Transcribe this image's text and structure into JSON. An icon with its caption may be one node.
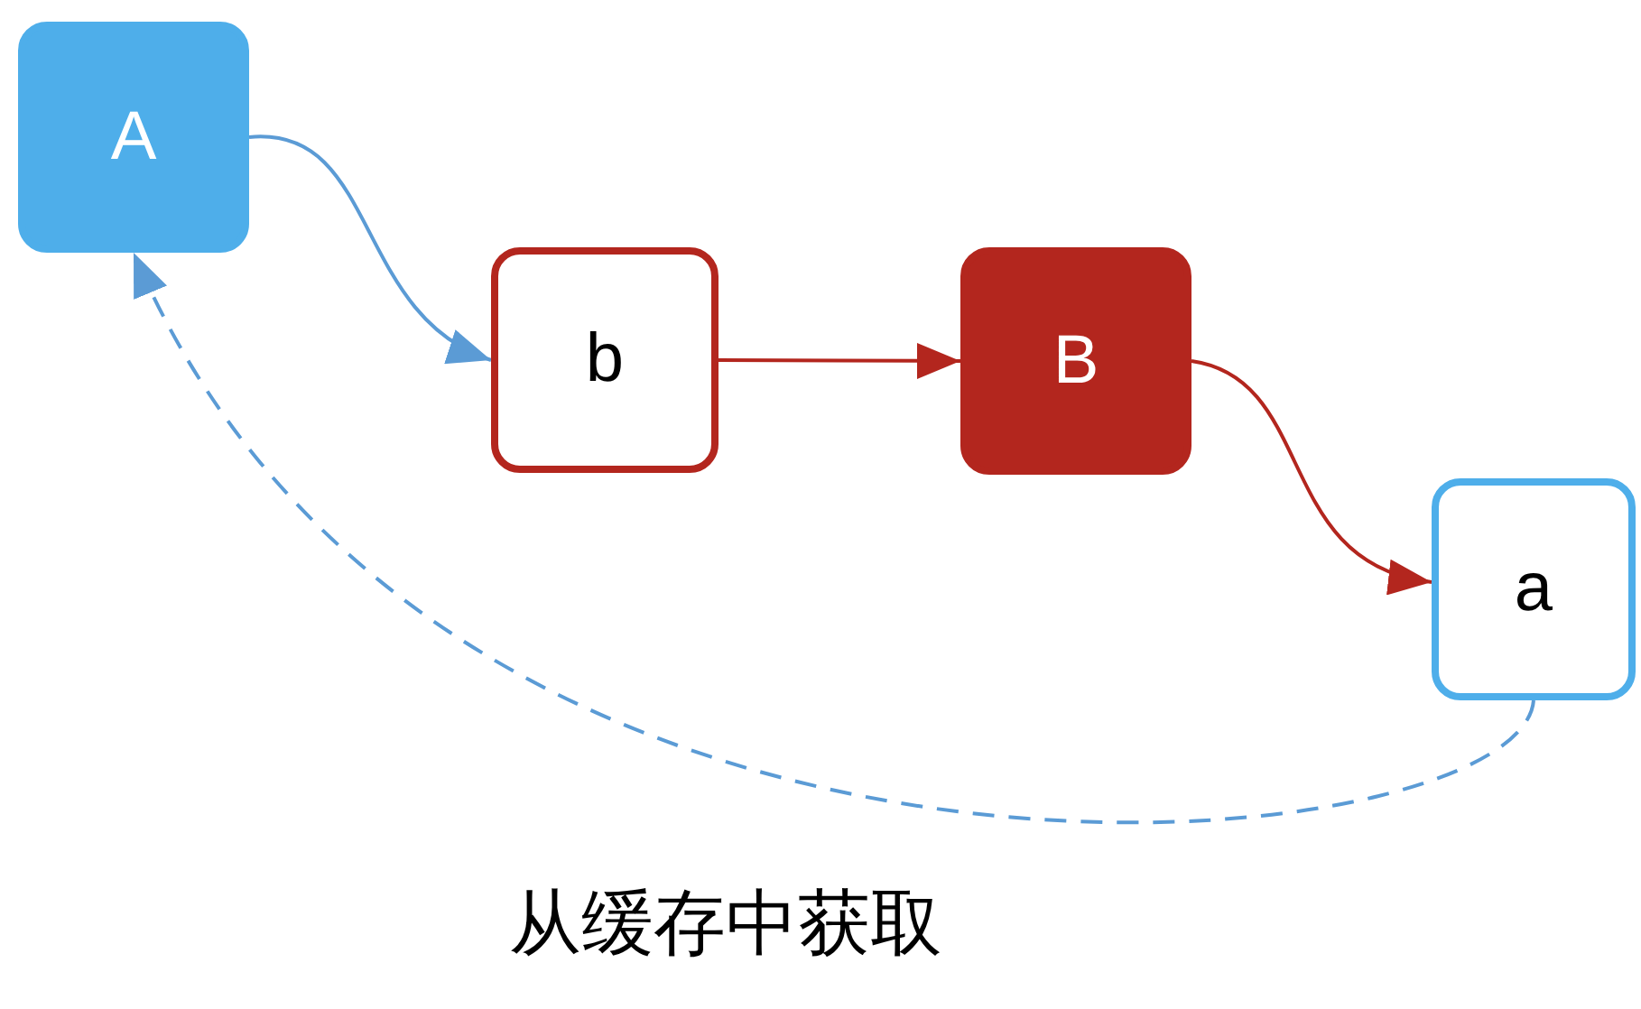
{
  "diagram": {
    "nodes": [
      {
        "text": [
          "A"
        ]
      },
      {
        "text": [
          "b"
        ]
      },
      {
        "text": [
          "B"
        ]
      },
      {
        "text": [
          "a"
        ]
      }
    ],
    "edges": [
      {
        "from": 0,
        "to": 1,
        "arrow": "to",
        "color": "#5b9bd5"
      },
      {
        "from": 1,
        "to": 2,
        "arrow": "to",
        "color": "#b3261e"
      },
      {
        "from": 2,
        "to": 3,
        "arrow": "to",
        "color": "#b3261e"
      },
      {
        "from": 3,
        "to": 0,
        "arrow": "to",
        "style": "dashed",
        "color": "#5b9bd5",
        "label": "从缓存中获取"
      }
    ]
  }
}
